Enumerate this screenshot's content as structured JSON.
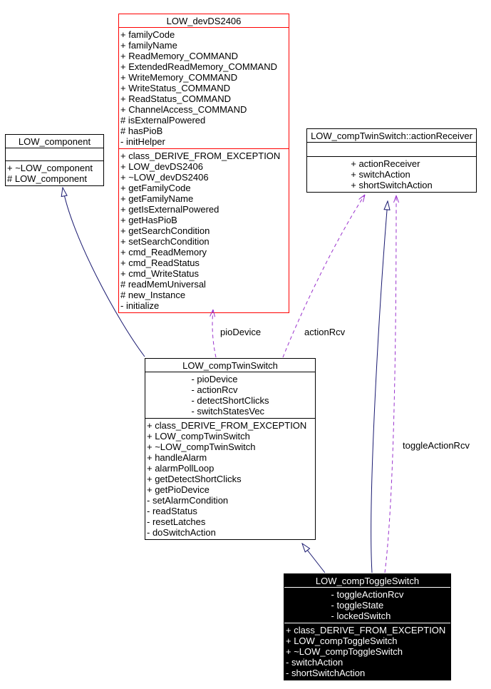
{
  "colors": {
    "background": "#ffffff",
    "node_border": "#000000",
    "highlight_border": "#ff0000",
    "selected_node_bg": "#000000",
    "selected_node_text": "#ffffff",
    "inheritance_edge": "#191970",
    "usage_edge": "#9a32cd"
  },
  "classes": {
    "devDS2406": {
      "title": "LOW_devDS2406",
      "attributes": [
        "+ familyCode",
        "+ familyName",
        "+ ReadMemory_COMMAND",
        "+ ExtendedReadMemory_COMMAND",
        "+ WriteMemory_COMMAND",
        "+ WriteStatus_COMMAND",
        "+ ReadStatus_COMMAND",
        "+ ChannelAccess_COMMAND",
        "# isExternalPowered",
        "# hasPioB",
        "- initHelper"
      ],
      "methods": [
        "+ class_DERIVE_FROM_EXCEPTION",
        "+ LOW_devDS2406",
        "+ ~LOW_devDS2406",
        "+ getFamilyCode",
        "+ getFamilyName",
        "+ getIsExternalPowered",
        "+ getHasPioB",
        "+ getSearchCondition",
        "+ setSearchCondition",
        "+ cmd_ReadMemory",
        "+ cmd_ReadStatus",
        "+ cmd_WriteStatus",
        "# readMemUniversal",
        "# new_Instance",
        "- initialize"
      ]
    },
    "component": {
      "title": "LOW_component",
      "attributes": [],
      "methods": [
        "+ ~LOW_component",
        "# LOW_component"
      ]
    },
    "actionReceiver": {
      "title": "LOW_compTwinSwitch::actionReceiver",
      "attributes": [],
      "methods": [
        "+ actionReceiver",
        "+ switchAction",
        "+ shortSwitchAction"
      ]
    },
    "twinSwitch": {
      "title": "LOW_compTwinSwitch",
      "attributes": [
        "- pioDevice",
        "- actionRcv",
        "- detectShortClicks",
        "- switchStatesVec"
      ],
      "methods": [
        "+ class_DERIVE_FROM_EXCEPTION",
        "+ LOW_compTwinSwitch",
        "+ ~LOW_compTwinSwitch",
        "+ handleAlarm",
        "+ alarmPollLoop",
        "+ getDetectShortClicks",
        "+ getPioDevice",
        "- setAlarmCondition",
        "- readStatus",
        "- resetLatches",
        "- doSwitchAction"
      ]
    },
    "toggleSwitch": {
      "title": "LOW_compToggleSwitch",
      "attributes": [
        "- toggleActionRcv",
        "- toggleState",
        "- lockedSwitch"
      ],
      "methods": [
        "+ class_DERIVE_FROM_EXCEPTION",
        "+ LOW_compToggleSwitch",
        "+ ~LOW_compToggleSwitch",
        "- switchAction",
        "- shortSwitchAction"
      ]
    }
  },
  "edges": [
    {
      "type": "inheritance",
      "from": "LOW_compTwinSwitch",
      "to": "LOW_component",
      "label": ""
    },
    {
      "type": "inheritance",
      "from": "LOW_compToggleSwitch",
      "to": "LOW_compTwinSwitch",
      "label": ""
    },
    {
      "type": "inheritance",
      "from": "LOW_compToggleSwitch",
      "to": "LOW_compTwinSwitch::actionReceiver",
      "label": ""
    },
    {
      "type": "usage",
      "from": "LOW_compTwinSwitch",
      "to": "LOW_devDS2406",
      "label": "pioDevice"
    },
    {
      "type": "usage",
      "from": "LOW_compTwinSwitch",
      "to": "LOW_compTwinSwitch::actionReceiver",
      "label": "actionRcv"
    },
    {
      "type": "usage",
      "from": "LOW_compToggleSwitch",
      "to": "LOW_compTwinSwitch::actionReceiver",
      "label": "toggleActionRcv"
    }
  ],
  "edge_labels": {
    "pioDevice": "pioDevice",
    "actionRcv": "actionRcv",
    "toggleActionRcv": "toggleActionRcv"
  }
}
